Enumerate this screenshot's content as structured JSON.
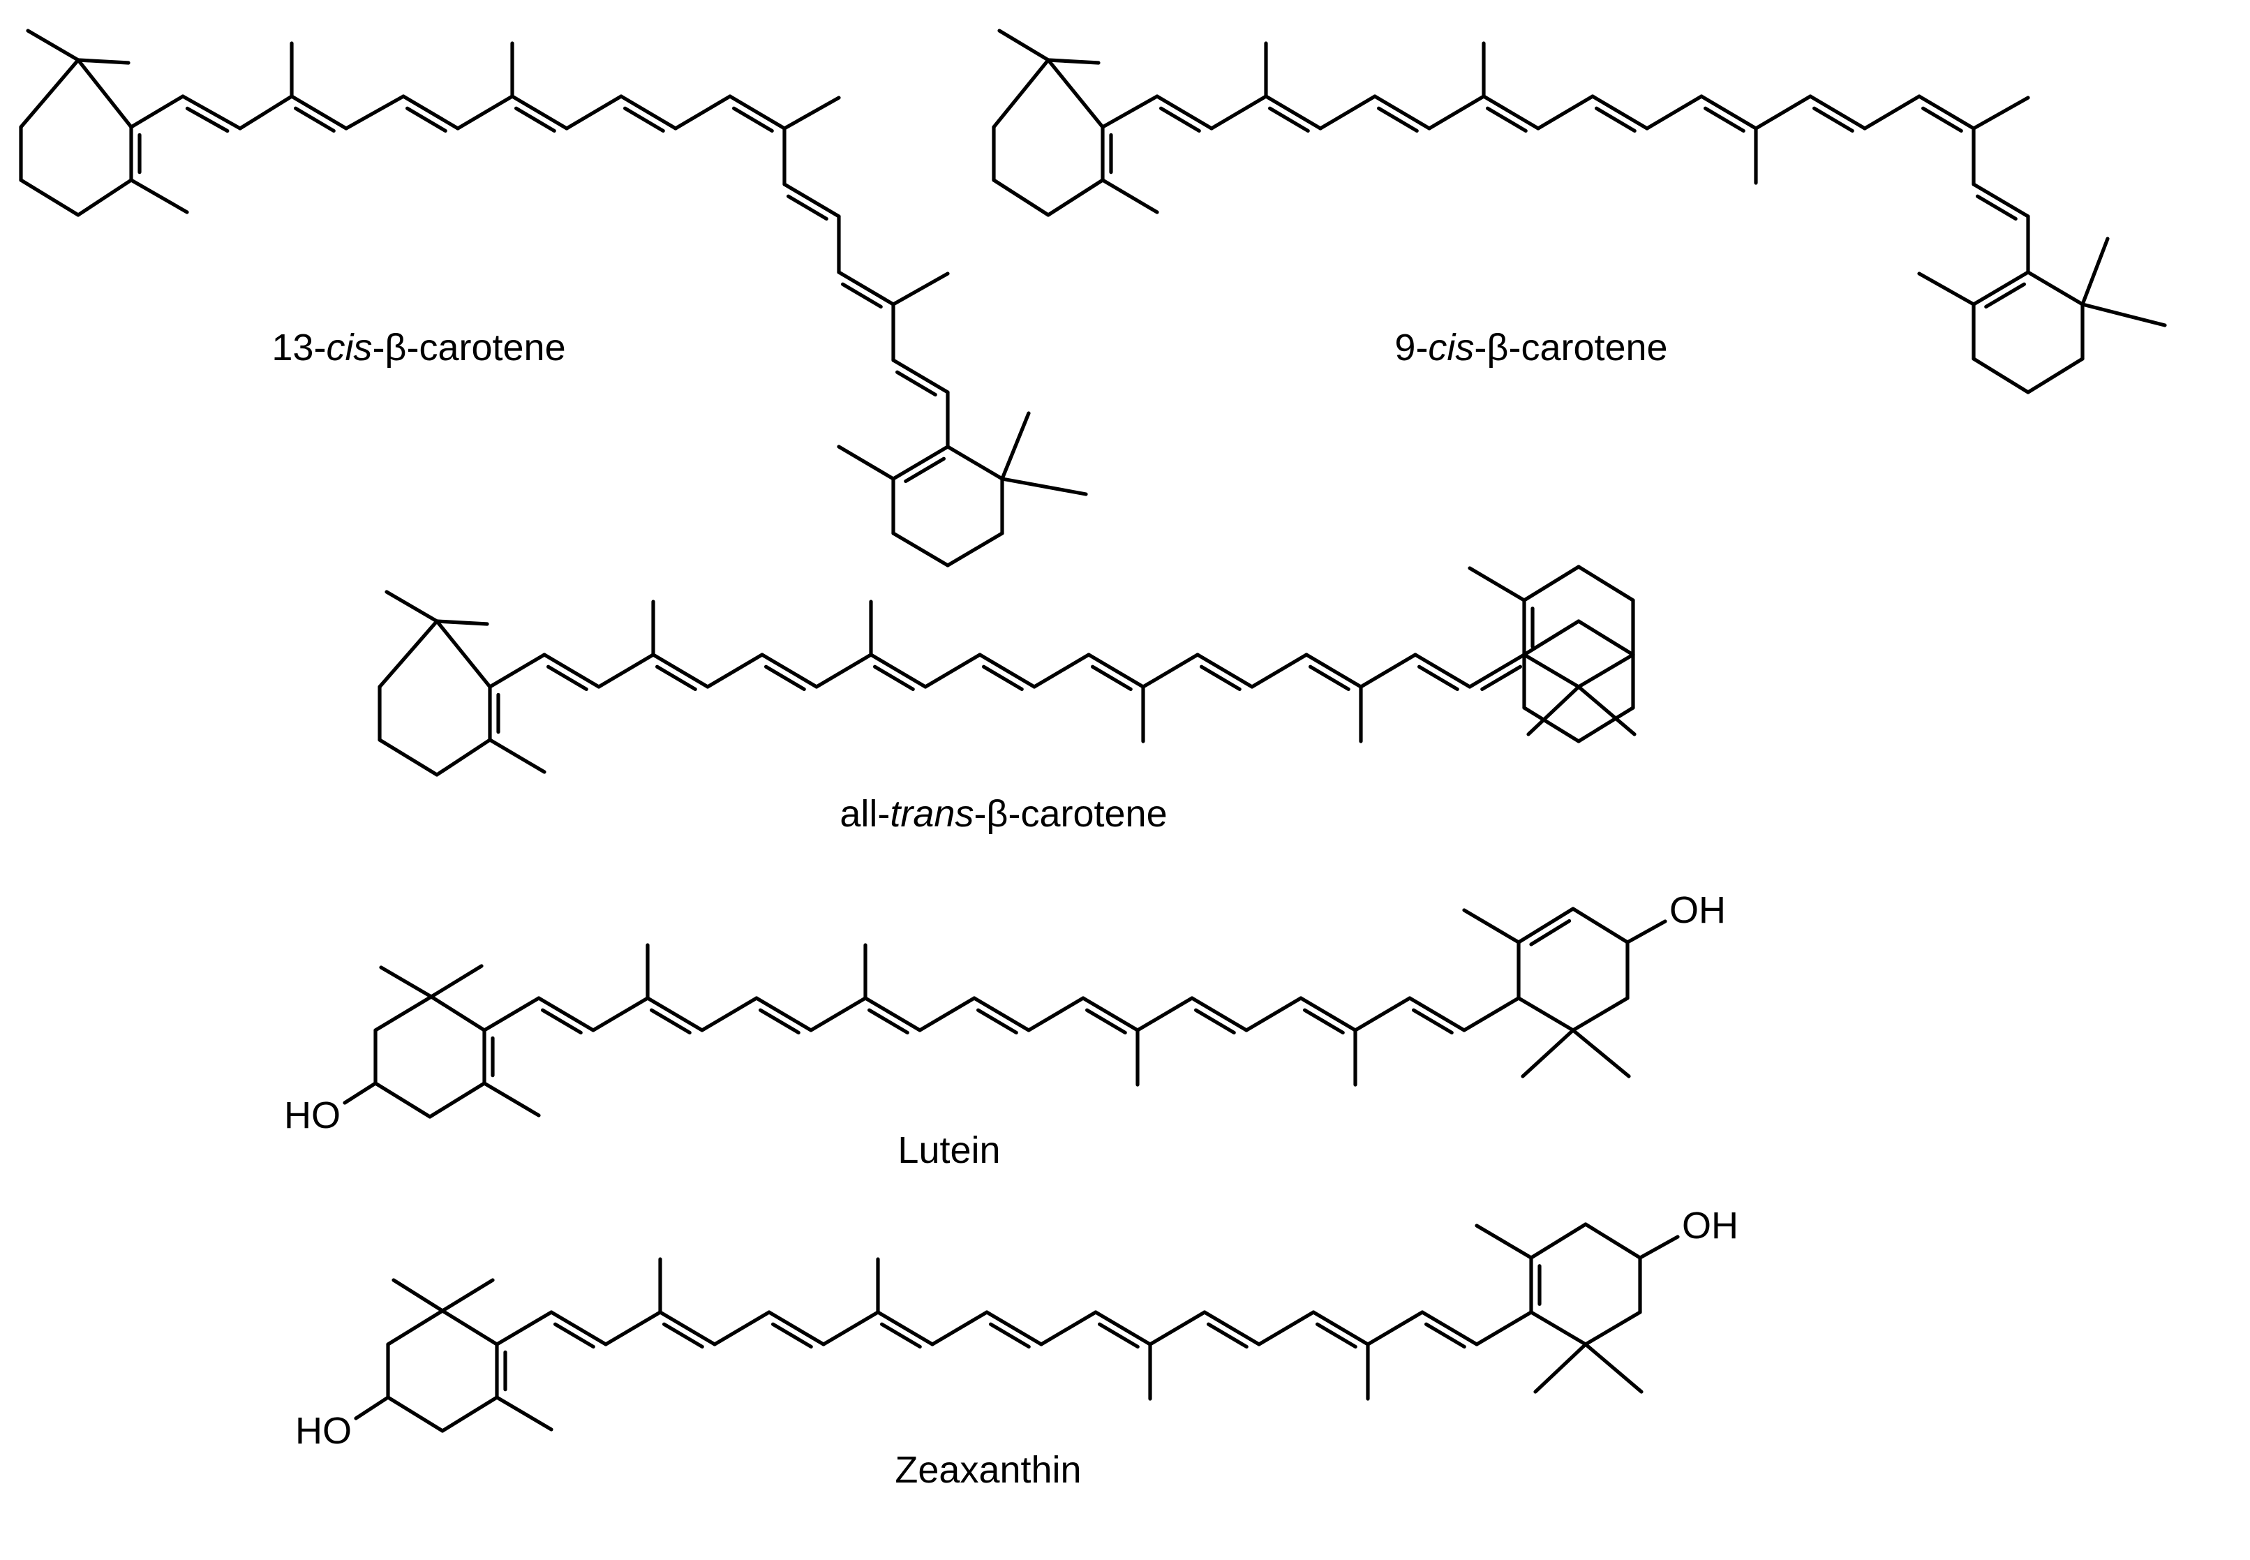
{
  "molecules": [
    {
      "id": "cis13",
      "name": [
        {
          "t": "13-"
        },
        {
          "t": "cis",
          "i": true
        },
        {
          "t": "-β-carotene"
        }
      ]
    },
    {
      "id": "cis9",
      "name": [
        {
          "t": "9-"
        },
        {
          "t": "cis",
          "i": true
        },
        {
          "t": "-β-carotene"
        }
      ]
    },
    {
      "id": "alltrans",
      "name": [
        {
          "t": "all-"
        },
        {
          "t": "trans",
          "i": true
        },
        {
          "t": "-β-carotene"
        }
      ]
    },
    {
      "id": "lutein",
      "name": [
        {
          "t": "Lutein"
        }
      ],
      "hydroxyls": [
        "OH",
        "HO"
      ]
    },
    {
      "id": "zeaxanthin",
      "name": [
        {
          "t": "Zeaxanthin"
        }
      ],
      "hydroxyls": [
        "OH",
        "HO"
      ]
    }
  ]
}
